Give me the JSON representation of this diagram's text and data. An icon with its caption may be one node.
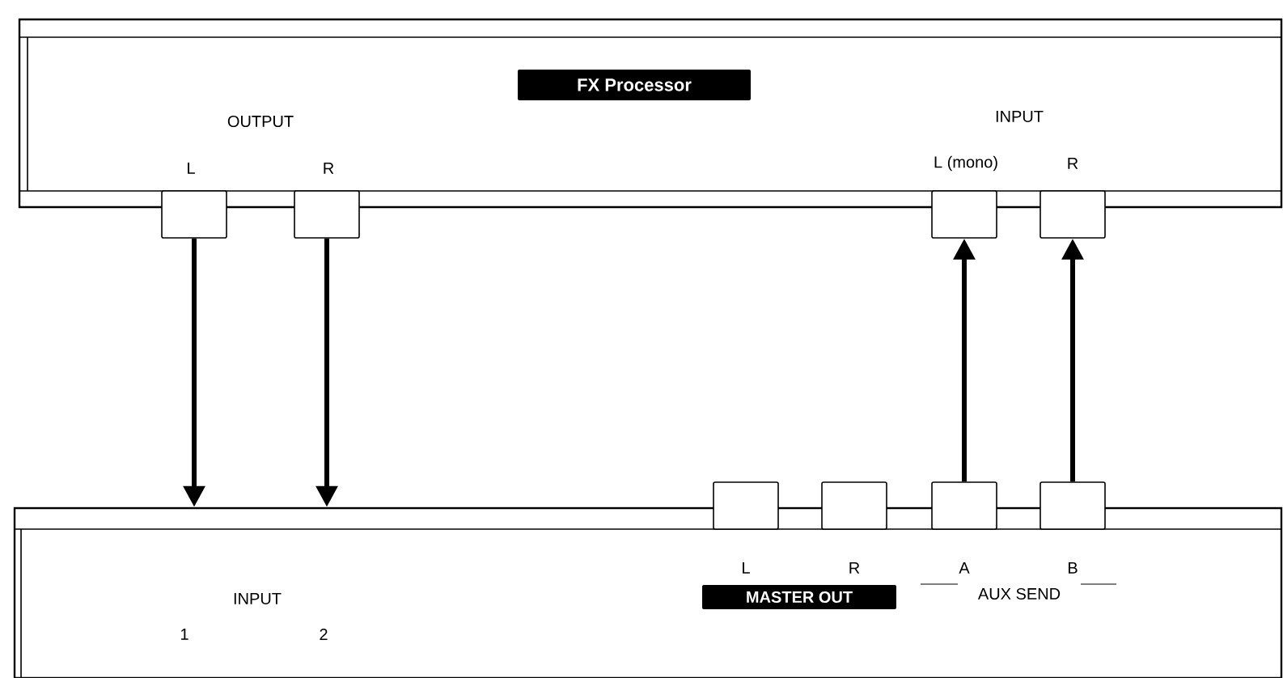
{
  "diagram": {
    "nodes": [
      {
        "text": [
          "FX Processor"
        ]
      },
      {
        "text": [],
        "shape": "box"
      },
      {
        "text": [],
        "shape": "box"
      },
      {
        "text": [],
        "shape": "box"
      },
      {
        "text": [],
        "shape": "box"
      },
      {
        "text": [],
        "shape": "box"
      },
      {
        "text": [],
        "shape": "box"
      },
      {
        "text": [],
        "shape": "box"
      },
      {
        "text": [],
        "shape": "box"
      },
      {
        "text": [],
        "shape": "box"
      }
    ],
    "edges": [
      {
        "from": 1,
        "to": 5,
        "arrow": "to"
      },
      {
        "from": 2,
        "to": 5,
        "arrow": "to"
      },
      {
        "from": 8,
        "to": 3,
        "arrow": "to"
      },
      {
        "from": 9,
        "to": 4,
        "arrow": "to"
      }
    ],
    "labels": [
      "OUTPUT",
      "L",
      "R",
      "INPUT",
      "L (mono)",
      "R",
      "INPUT",
      "1",
      "2",
      "L",
      "R",
      "MASTER OUT",
      "A",
      "AUX SEND",
      "B"
    ]
  }
}
